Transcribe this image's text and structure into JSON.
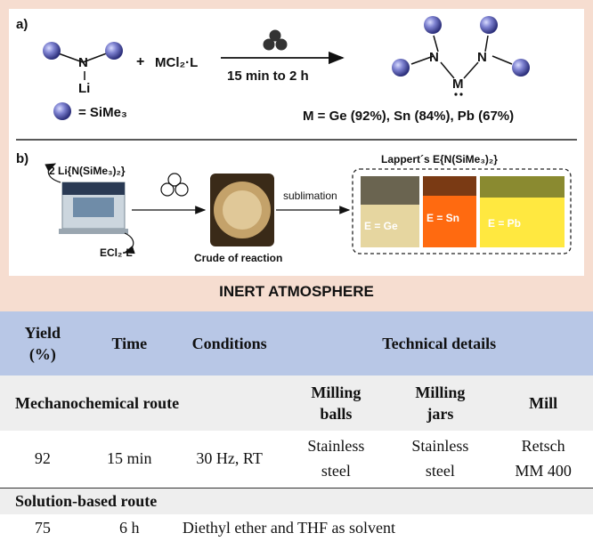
{
  "panel_a": {
    "label": "a)",
    "li": "Li",
    "n": "N",
    "plus": "+",
    "reagent": "MCl₂·L",
    "arrow_condition": "15 min to 2 h",
    "legend": "= SiMe₃",
    "product_n1": "N",
    "product_n2": "N",
    "product_m": "M",
    "yields": "M = Ge (92%), Sn (84%), Pb (67%)"
  },
  "panel_b": {
    "label": "b)",
    "reagent_top": "2 Li{N(SiMe₃)₂}",
    "reagent_bottom": "ECl₂·L",
    "crude_caption": "Crude of reaction",
    "sublimation": "sublimation",
    "product_title": "Lappert´s E{N(SiMe₃)₂}",
    "vials": [
      "E = Ge",
      "E = Sn",
      "E = Pb"
    ]
  },
  "banner": "INERT ATMOSPHERE",
  "table": {
    "headers": {
      "yield": "Yield (%)",
      "time": "Time",
      "conditions": "Conditions",
      "technical": "Technical details"
    },
    "mech_title": "Mechanochemical route",
    "sub_headers": {
      "balls": "Milling balls",
      "jars": "Milling jars",
      "mill": "Mill"
    },
    "mech_row": {
      "yield": "92",
      "time": "15 min",
      "conditions": "30 Hz, RT",
      "balls": "Stainless steel",
      "jars": "Stainless steel",
      "mill": "Retsch MM 400"
    },
    "sol_title": "Solution-based route",
    "sol_row": {
      "yield": "75",
      "time": "6 h",
      "details": "Diethyl ether and THF as solvent"
    }
  },
  "colors": {
    "frame": "#f6ddd0",
    "sphere": "#7c80cf",
    "table_header": "#b8c7e6",
    "vial_sn": "#ff6a10",
    "vial_pb": "#ffe840",
    "vial_ge": "#e6d6a0"
  }
}
